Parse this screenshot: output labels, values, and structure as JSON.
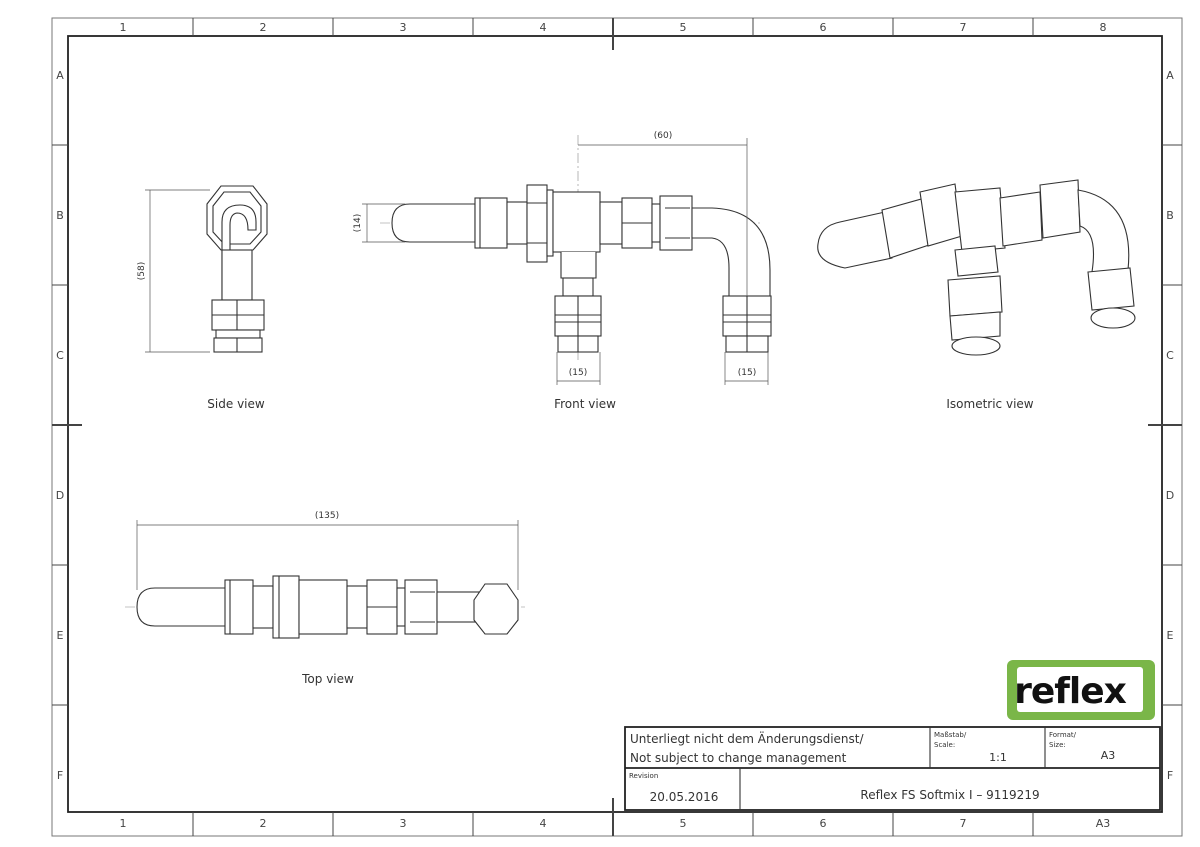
{
  "grid": {
    "columns_top": [
      "1",
      "2",
      "3",
      "4",
      "5",
      "6",
      "7",
      "8"
    ],
    "columns_bottom": [
      "1",
      "2",
      "3",
      "4",
      "5",
      "6",
      "7",
      "A3"
    ],
    "rows": [
      "A",
      "B",
      "C",
      "D",
      "E",
      "F"
    ]
  },
  "views": {
    "side": {
      "label": "Side view",
      "dim_height": "(58)"
    },
    "front": {
      "label": "Front view",
      "dim_top": "(60)",
      "dim_left": "(14)",
      "dim_bottom_left": "(15)",
      "dim_bottom_right": "(15)"
    },
    "isometric": {
      "label": "Isometric view"
    },
    "top": {
      "label": "Top view",
      "dim_length": "(135)"
    }
  },
  "logo": {
    "text": "reflex",
    "color": "#7ab648"
  },
  "title_block": {
    "note_de": "Unterliegt nicht dem Änderungsdienst/",
    "note_en": "Not subject to change management",
    "scale_label_de": "Maßstab/",
    "scale_label_en": "Scale:",
    "scale_value": "1:1",
    "format_label_de": "Format/",
    "format_label_en": "Size:",
    "format_value": "A3",
    "revision_label": "Revision",
    "revision_date": "20.05.2016",
    "drawing_title": "Reflex FS Softmix I – 9119219"
  }
}
